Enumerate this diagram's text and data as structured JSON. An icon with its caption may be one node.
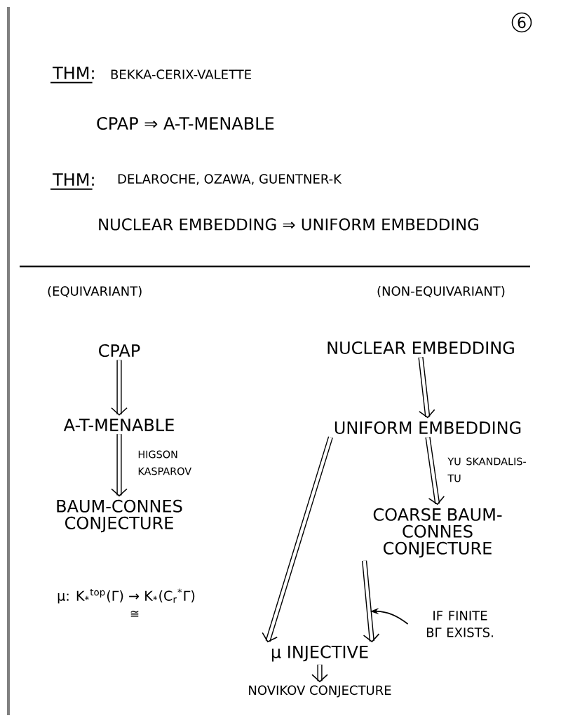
{
  "diagram": {
    "nodes": [
      {
        "text": [
          "CPAP"
        ]
      },
      {
        "text": [
          "A-T-MENABLE"
        ]
      },
      {
        "text": [
          "BAUM-CONNES CONJECTURE"
        ]
      },
      {
        "text": [
          "NUCLEAR EMBEDDING"
        ]
      },
      {
        "text": [
          "UNIFORM EMBEDDING"
        ]
      },
      {
        "text": [
          "COARSE BAUM-CONNES CONJECTURE"
        ]
      },
      {
        "text": [
          "μ INJECTIVE"
        ]
      },
      {
        "text": [
          "NOVIKOV CONJECTURE"
        ]
      },
      {
        "text": [
          "IF FINITE BΓ EXISTS."
        ]
      }
    ],
    "edges": [
      {
        "from": 0,
        "to": 1,
        "arrow": "to"
      },
      {
        "from": 1,
        "to": 2,
        "arrow": "to",
        "label": "HIGSON KASPAROV"
      },
      {
        "from": 3,
        "to": 4,
        "arrow": "to"
      },
      {
        "from": 4,
        "to": 5,
        "arrow": "to",
        "label": "YU SKANDALIS-TU"
      },
      {
        "from": 4,
        "to": 6,
        "arrow": "to"
      },
      {
        "from": 5,
        "to": 6,
        "arrow": "to"
      },
      {
        "from": 6,
        "to": 7,
        "arrow": "to"
      },
      {
        "from": 8,
        "to": null,
        "arrow": "to"
      }
    ],
    "labels": [
      "6",
      "THM:",
      "BEKKA-CERIX-VALETTE",
      "CPAP ⇒ A-T-MENABLE",
      "THM:",
      "DELAROCHE, OZAWA, GUENTNER-K",
      "NUCLEAR EMBEDDING ⇒ UNIFORM EMBEDDING",
      "(EQUIVARIANT)",
      "(NON-EQUIVARIANT)",
      "μ: K$_{*}$$^{top}$(Γ) → K$_{*}$(C$_{r}$$^{*}$Γ)",
      "≅"
    ]
  }
}
